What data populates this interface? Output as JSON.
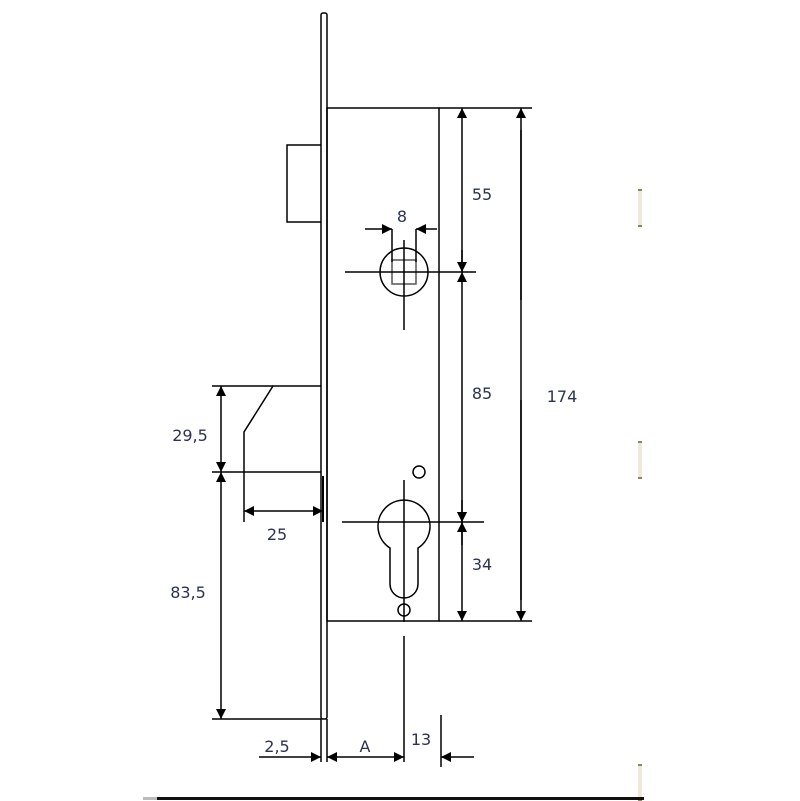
{
  "drawing": {
    "title": "Mortise lock body dimension drawing",
    "line_color": "#000000",
    "text_color": "#2b3350",
    "dimensions": {
      "spindle_width": "8",
      "top_to_spindle": "55",
      "spindle_to_cylinder": "85",
      "total_height": "174",
      "cylinder_to_bottom": "34",
      "latch_height": "29,5",
      "latch_projection": "25",
      "latch_to_bottom": "83,5",
      "faceplate_thickness": "2,5",
      "backset": "A",
      "body_offset": "13"
    }
  }
}
